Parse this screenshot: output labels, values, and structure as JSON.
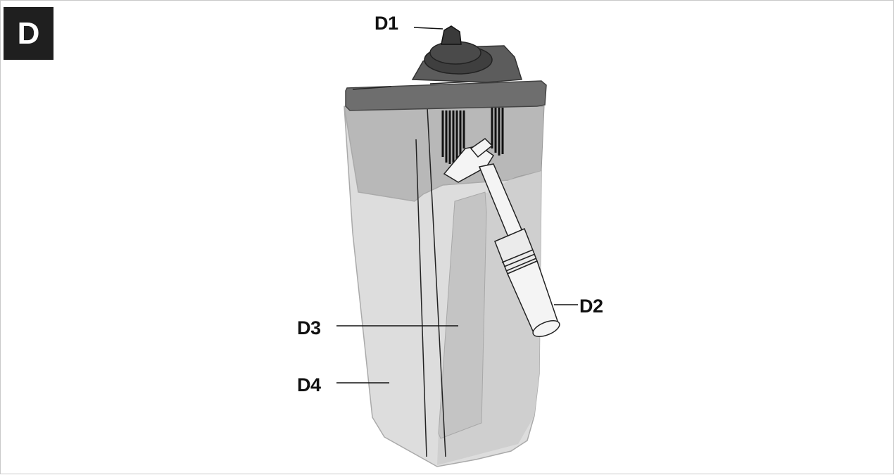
{
  "section": {
    "letter": "D"
  },
  "callouts": {
    "d1": "D1",
    "d2": "D2",
    "d3": "D3",
    "d4": "D4"
  },
  "colors": {
    "badge": "#1f1f1f",
    "lid": "#6e6e6e",
    "knob": "#3a3a3a",
    "container_upper": "#b3b3b3",
    "container_lower": "#d9d9d9",
    "tube": "#f2f2f2",
    "outline": "#222222"
  }
}
